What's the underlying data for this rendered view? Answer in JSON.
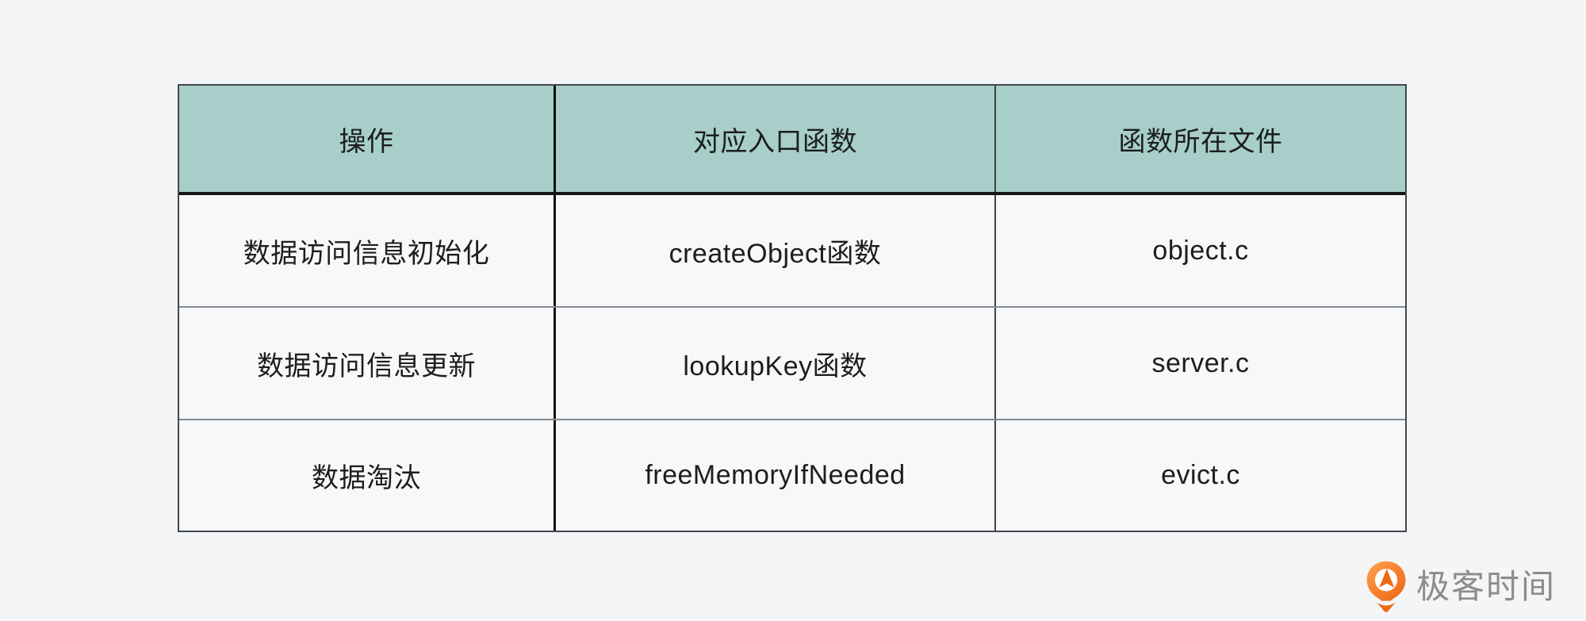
{
  "table": {
    "headers": [
      "操作",
      "对应入口函数",
      "函数所在文件"
    ],
    "rows": [
      {
        "operation": "数据访问信息初始化",
        "entry_function": "createObject函数",
        "file": "object.c"
      },
      {
        "operation": "数据访问信息更新",
        "entry_function": "lookupKey函数",
        "file": "server.c"
      },
      {
        "operation": "数据淘汰",
        "entry_function": "freeMemoryIfNeeded",
        "file": "evict.c"
      }
    ]
  },
  "colors": {
    "page_bg": "#f3f5f6",
    "header_bg": "#a7cec9",
    "cell_bg": "#f6f8f9",
    "text": "#1b1d1f",
    "logo_orange": "#ed6a13",
    "logo_orange_light": "#ffa04b",
    "logo_text": "#8c8c8c"
  },
  "logo": {
    "text": "极客时间",
    "icon": "geektime-pin-icon"
  }
}
